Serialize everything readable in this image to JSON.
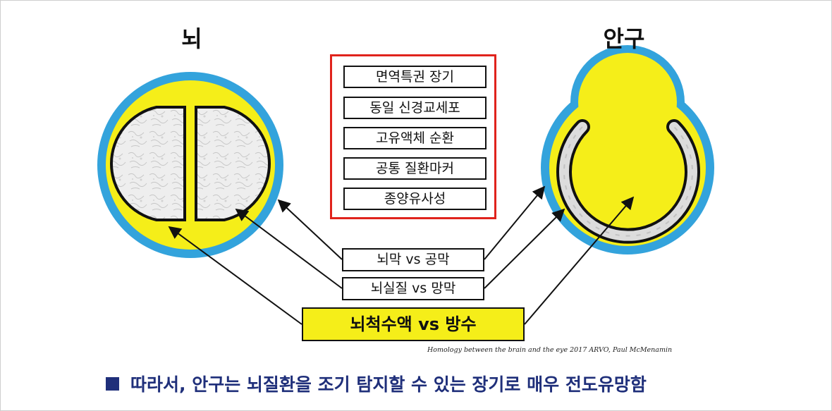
{
  "brain": {
    "title": "뇌"
  },
  "eye": {
    "title": "안구"
  },
  "features": [
    {
      "label": "면역특권 장기"
    },
    {
      "label": "동일 신경교세포"
    },
    {
      "label": "고유액체 순환"
    },
    {
      "label": "공통 질환마커"
    },
    {
      "label": "종양유사성"
    }
  ],
  "comparisons": [
    {
      "label": "뇌막 vs 공막"
    },
    {
      "label": "뇌실질 vs 망막"
    },
    {
      "label": "뇌척수액 vs 방수",
      "highlight": "#f5ee19"
    }
  ],
  "citation": "Homology between the brain and the eye 2017 ARVO, Paul McMenamin",
  "conclusion": {
    "text": "따라서, 안구는 뇌질환을 조기 탐지할 수 있는 장기로 매우 전도유망함"
  },
  "colors": {
    "outer_ring": "#33a3dc",
    "fill": "#f5ee19",
    "border_accent": "#e0231c",
    "conclusion_text": "#1f2f7a"
  }
}
